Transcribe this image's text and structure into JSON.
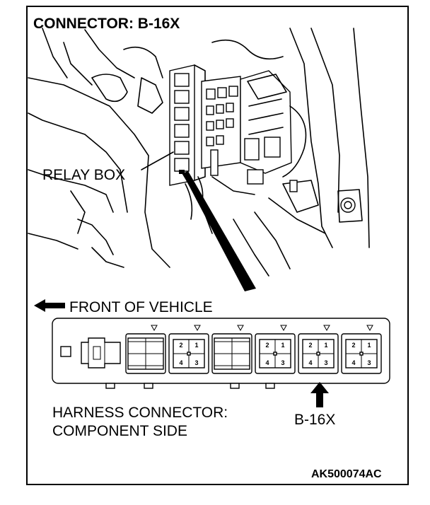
{
  "title": "CONNECTOR: B-16X",
  "labels": {
    "relay_box": "RELAY BOX",
    "front_of_vehicle": "FRONT OF VEHICLE",
    "harness_connector_line1": "HARNESS CONNECTOR:",
    "harness_connector_line2": "COMPONENT SIDE",
    "connector_id": "B-16X",
    "figure_code": "AK500074AC"
  },
  "icons": {
    "front_arrow": "left-arrow-icon",
    "pointer_arrow": "up-arrow-icon",
    "marker": "triangle-down-icon"
  },
  "connectors": [
    {
      "name": "connector-slot-1",
      "pins": [
        "",
        "",
        "",
        ""
      ]
    },
    {
      "name": "connector-slot-2",
      "pins": [
        "2",
        "1",
        "4",
        "3"
      ]
    },
    {
      "name": "connector-slot-3",
      "pins": [
        "",
        "",
        "",
        ""
      ]
    },
    {
      "name": "connector-slot-4",
      "pins": [
        "2",
        "1",
        "4",
        "3"
      ]
    },
    {
      "name": "connector-slot-5-b16x",
      "pins": [
        "2",
        "1",
        "4",
        "3"
      ]
    },
    {
      "name": "connector-slot-6",
      "pins": [
        "2",
        "1",
        "4",
        "3"
      ]
    }
  ]
}
